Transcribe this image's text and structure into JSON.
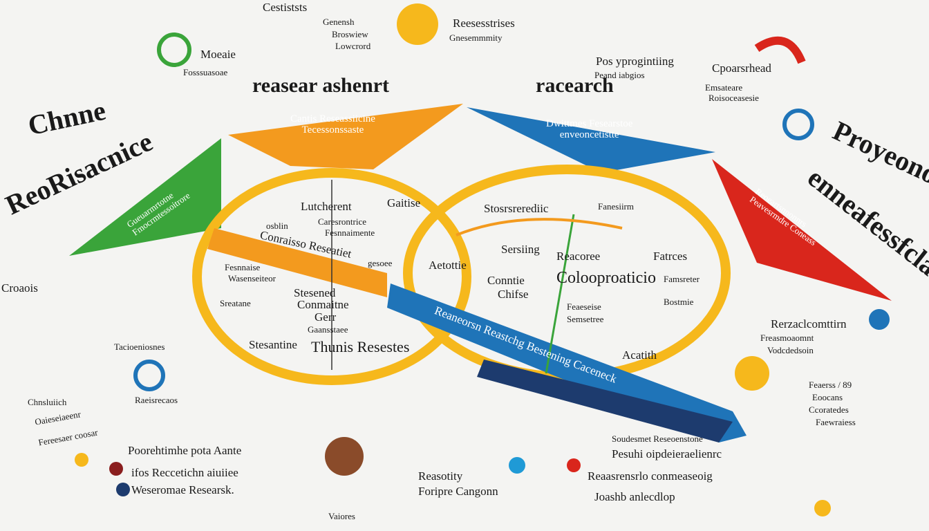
{
  "title_left": "reasear ashenrt",
  "title_right": "racearch",
  "side_left": {
    "line1": "Chnne",
    "line2": "ReoRisacnice"
  },
  "side_right": {
    "line1": "Proyeono",
    "line2": "enneafessfcla"
  },
  "banners": {
    "orange": [
      "Cantis Reseassiicine",
      "Tecessonssaste"
    ],
    "blue": [
      "Dwittmes Fesearstoe",
      "enveoncetistte"
    ],
    "green": [
      "Gueuarmrtotne",
      "Fmocrmtessoitrore"
    ],
    "red": [
      "Reoeartsnnonnrs",
      "Peavesrmdre Coneass"
    ],
    "arrow": "Reaneorsn Reastchg Bestening Caceneck",
    "orange_strip": "Conraisso Reseatiet"
  },
  "left_circle": [
    "Lutcherent",
    "Gaitise",
    "osblin",
    "Caresrontrice",
    "Fesnnaimente",
    "gesoee",
    "Fesnnaise",
    "Wasenseiteor",
    "Sreatane",
    "Stesened",
    "Conmaitne",
    "Gerr",
    "Gaansstaee",
    "Stesantine",
    "Thunis Resestes"
  ],
  "right_circle": [
    "Stosrsrerediic",
    "Fanesiirm",
    "Aetottie",
    "Sersiing",
    "Reacoree",
    "Conntie",
    "Chifse",
    "Colooproaticio",
    "Fatrces",
    "Famsreter",
    "Bostmie",
    "Feaeseise",
    "Semsetree",
    "Acatith"
  ],
  "top": [
    "Cestiststs",
    "Genensh",
    "Broswiew",
    "Lowcrord",
    "Reesesstrises",
    "Gnesemmmity",
    "Pos yprogintiing",
    "Peand iabgios",
    "Moeaie",
    "Fosssuasoae",
    "Cpoarsrhead",
    "Emsateare",
    "Roisoceasesie"
  ],
  "left": [
    "Croaois",
    "Chnsluiich",
    "Tacioeniosnes",
    "Raeisrecaos",
    "Oaieseiaeenr",
    "Fereesaer coosar",
    "Poorehtimhe pota Aante",
    "ifos Reccetichn aiuiiee",
    "Weseromae Researsk."
  ],
  "bottom": [
    "Reasotity",
    "Foripre Cangonn",
    "Vaiores"
  ],
  "bottom_right": [
    "Soudesmet Reseoenstone",
    "Pesuhi oipdeieraelienrc",
    "Reaasrensrlo conmeaseoig",
    "Joashb anlecdlop"
  ],
  "right": [
    "Rerzaclcomttirn",
    "Freasmoaomnt",
    "Vodcdedsoin",
    "Feaerss / 89",
    "Eoocans",
    "Ccoratedes",
    "Faewraiess"
  ],
  "colors": {
    "orange": "#f39a1e",
    "blue": "#1f74b8",
    "green": "#3aa43a",
    "red": "#d9261c",
    "yellow": "#f6b81c",
    "navy": "#1d3b6e"
  }
}
